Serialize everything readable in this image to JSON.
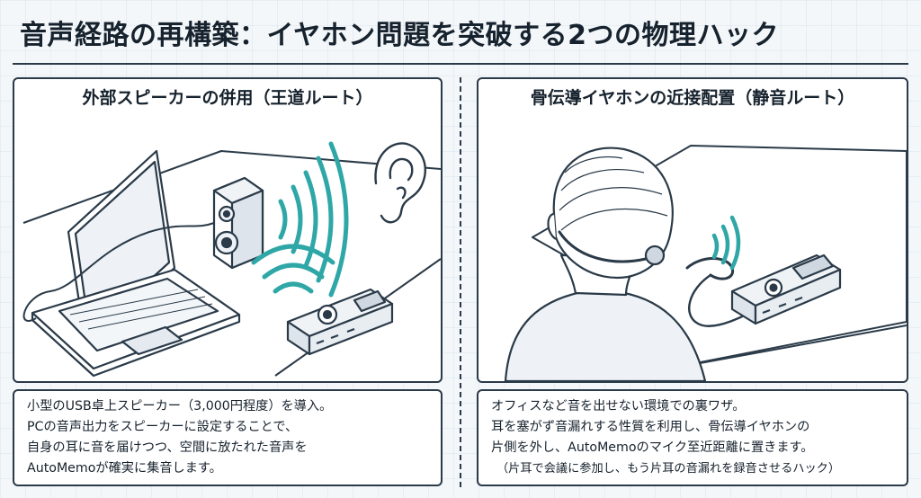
{
  "title": "音声経路の再構築：イヤホン問題を突破する2つの物理ハック",
  "left": {
    "heading": "外部スピーカーの併用（王道ルート）",
    "lines": [
      "小型のUSB卓上スピーカー（3,000円程度）を導入。",
      "PCの音声出力をスピーカーに設定することで、",
      "自身の耳に音を届けつつ、空間に放たれた音声を",
      "AutoMemoが確実に集音します。"
    ]
  },
  "right": {
    "heading": "骨伝導イヤホンの近接配置（静音ルート）",
    "lines": [
      "オフィスなど音を出せない環境での裏ワザ。",
      "耳を塞がず音漏れする性質を利用し、骨伝導イヤホンの",
      "片側を外し、AutoMemoのマイク至近距離に置きます。",
      "（片耳で会議に参加し、もう片耳の音漏れを録音させるハック）"
    ]
  },
  "colors": {
    "ink": "#2a3a48",
    "accent": "#2fa7a7",
    "paper": "#ffffff"
  },
  "icons": [
    "laptop-icon",
    "speaker-icon",
    "ear-icon",
    "recorder-icon",
    "sound-waves-icon",
    "person-icon",
    "bone-conduction-earphone-icon"
  ]
}
